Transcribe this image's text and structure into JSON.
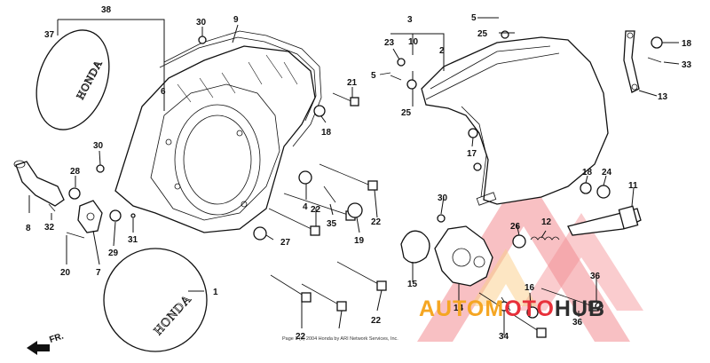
{
  "callouts": [
    "38",
    "37",
    "30",
    "9",
    "6",
    "21",
    "18",
    "30",
    "28",
    "8",
    "32",
    "20",
    "7",
    "29",
    "31",
    "4",
    "22",
    "35",
    "19",
    "22",
    "27",
    "22",
    "1",
    "22",
    "3",
    "5",
    "25",
    "23",
    "10",
    "5",
    "2",
    "25",
    "17",
    "13",
    "18",
    "33",
    "30",
    "26",
    "12",
    "18",
    "24",
    "11",
    "15",
    "16",
    "14",
    "34",
    "36",
    "36"
  ],
  "emblem_text": "HONDA",
  "direction_label": "FR.",
  "footer_note": "Page 1 (c) 2004 Honda by ARI Network Services, Inc.",
  "watermark": {
    "text_parts": [
      "AUTOM",
      "OTO",
      "HUB"
    ],
    "colors": {
      "orange": "#f5a623",
      "red": "#e8303a",
      "dark": "#2d2d2d"
    }
  }
}
